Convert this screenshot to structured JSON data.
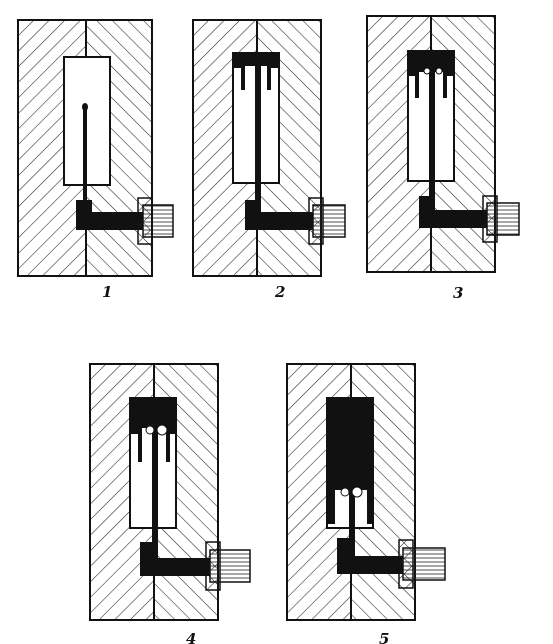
{
  "figure": {
    "panels": [
      {
        "label": "1",
        "stage": 1
      },
      {
        "label": "2",
        "stage": 2
      },
      {
        "label": "3",
        "stage": 3
      },
      {
        "label": "4",
        "stage": 4
      },
      {
        "label": "5",
        "stage": 5
      }
    ]
  },
  "colors": {
    "ink": "#111111",
    "paper": "#ffffff"
  }
}
